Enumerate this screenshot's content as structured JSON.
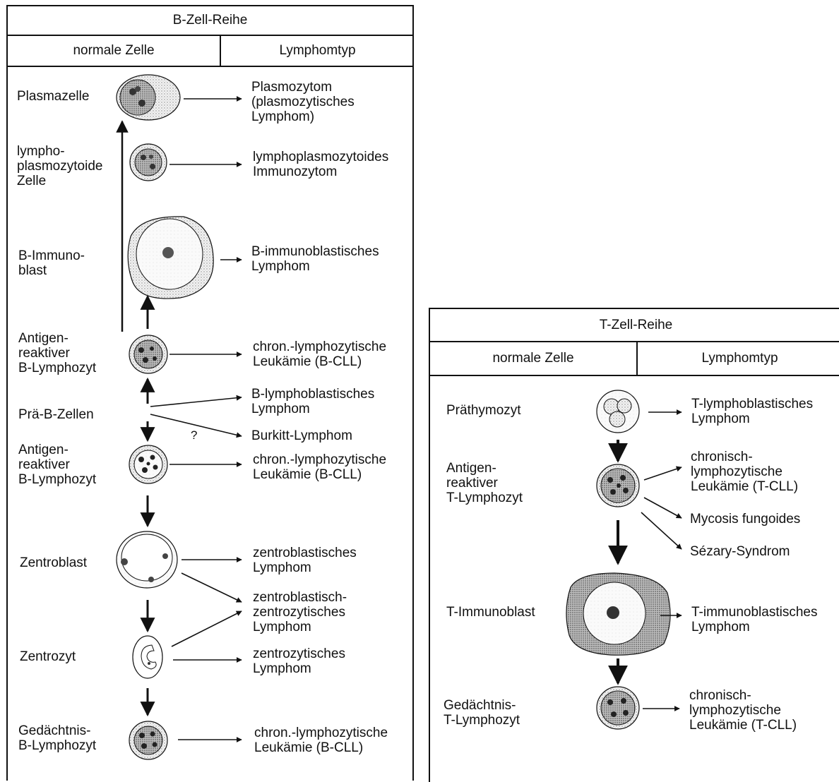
{
  "b_series": {
    "title": "B-Zell-Reihe",
    "col_normal": "normale Zelle",
    "col_lymphoma": "Lymphomtyp",
    "cells": [
      {
        "label": "Plasmazelle",
        "result": "Plasmozytom\n(plasmozytisches\nLymphom)"
      },
      {
        "label": "lympho-\nplasmozytoide\nZelle",
        "result": "lymphoplasmozytoides\nImmunozytom"
      },
      {
        "label": "B-Immuno-\nblast",
        "result": "B-immunoblastisches\nLymphom"
      },
      {
        "label": "Antigen-\nreaktiver\nB-Lymphozyt",
        "result": "chron.-lymphozytische\nLeukämie (B-CLL)"
      },
      {
        "label": "Prä-B-Zellen",
        "result": "B-lymphoblastisches\nLymphom",
        "result2": "Burkitt-Lymphom",
        "uncertain": "?"
      },
      {
        "label": "Antigen-\nreaktiver\nB-Lymphozyt",
        "result": "chron.-lymphozytische\nLeukämie (B-CLL)"
      },
      {
        "label": "Zentroblast",
        "result": "zentroblastisches\nLymphom",
        "result2": "zentroblastisch-\nzentrozytisches\nLymphom"
      },
      {
        "label": "Zentrozyt",
        "result": "zentrozytisches\nLymphom"
      },
      {
        "label": "Gedächtnis-\nB-Lymphozyt",
        "result": "chron.-lymphozytische\nLeukämie (B-CLL)"
      }
    ]
  },
  "t_series": {
    "title": "T-Zell-Reihe",
    "col_normal": "normale Zelle",
    "col_lymphoma": "Lymphomtyp",
    "cells": [
      {
        "label": "Präthymozyt",
        "result": "T-lymphoblastisches\nLymphom"
      },
      {
        "label": "Antigen-\nreaktiver\nT-Lymphozyt",
        "result": "chronisch-\nlymphozytische\nLeukämie (T-CLL)",
        "result2": "Mycosis fungoides",
        "result3": "Sézary-Syndrom"
      },
      {
        "label": "T-Immunoblast",
        "result": "T-immunoblastisches\nLymphom"
      },
      {
        "label": "Gedächtnis-\nT-Lymphozyt",
        "result": "chronisch-\nlymphozytische\nLeukämie (T-CLL)"
      }
    ]
  }
}
